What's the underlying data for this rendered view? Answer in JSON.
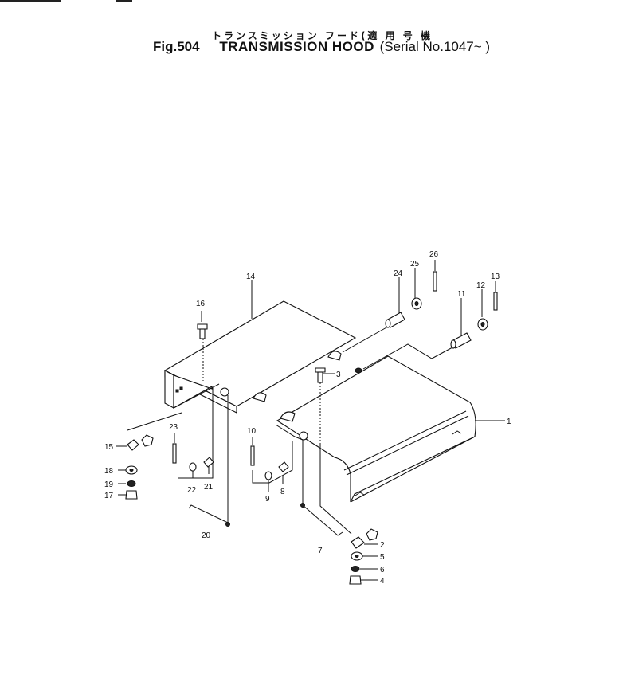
{
  "header": {
    "title_jp": "トランスミッション フード(適 用 号 機",
    "fig_label": "Fig.504",
    "title_en": "TRANSMISSION HOOD",
    "serial_text": "(Serial No.1047~ )"
  },
  "callouts": [
    {
      "id": "c1",
      "text": "1"
    },
    {
      "id": "c2",
      "text": "2"
    },
    {
      "id": "c3",
      "text": "3"
    },
    {
      "id": "c4",
      "text": "4"
    },
    {
      "id": "c5",
      "text": "5"
    },
    {
      "id": "c6",
      "text": "6"
    },
    {
      "id": "c7",
      "text": "7"
    },
    {
      "id": "c8",
      "text": "8"
    },
    {
      "id": "c9",
      "text": "9"
    },
    {
      "id": "c10",
      "text": "10"
    },
    {
      "id": "c11",
      "text": "11"
    },
    {
      "id": "c12",
      "text": "12"
    },
    {
      "id": "c13",
      "text": "13"
    },
    {
      "id": "c14",
      "text": "14"
    },
    {
      "id": "c15",
      "text": "15"
    },
    {
      "id": "c16",
      "text": "16"
    },
    {
      "id": "c17",
      "text": "17"
    },
    {
      "id": "c18",
      "text": "18"
    },
    {
      "id": "c19",
      "text": "19"
    },
    {
      "id": "c20",
      "text": "20"
    },
    {
      "id": "c21",
      "text": "21"
    },
    {
      "id": "c22",
      "text": "22"
    },
    {
      "id": "c23",
      "text": "23"
    },
    {
      "id": "c24",
      "text": "24"
    },
    {
      "id": "c25",
      "text": "25"
    },
    {
      "id": "c26",
      "text": "26"
    }
  ]
}
